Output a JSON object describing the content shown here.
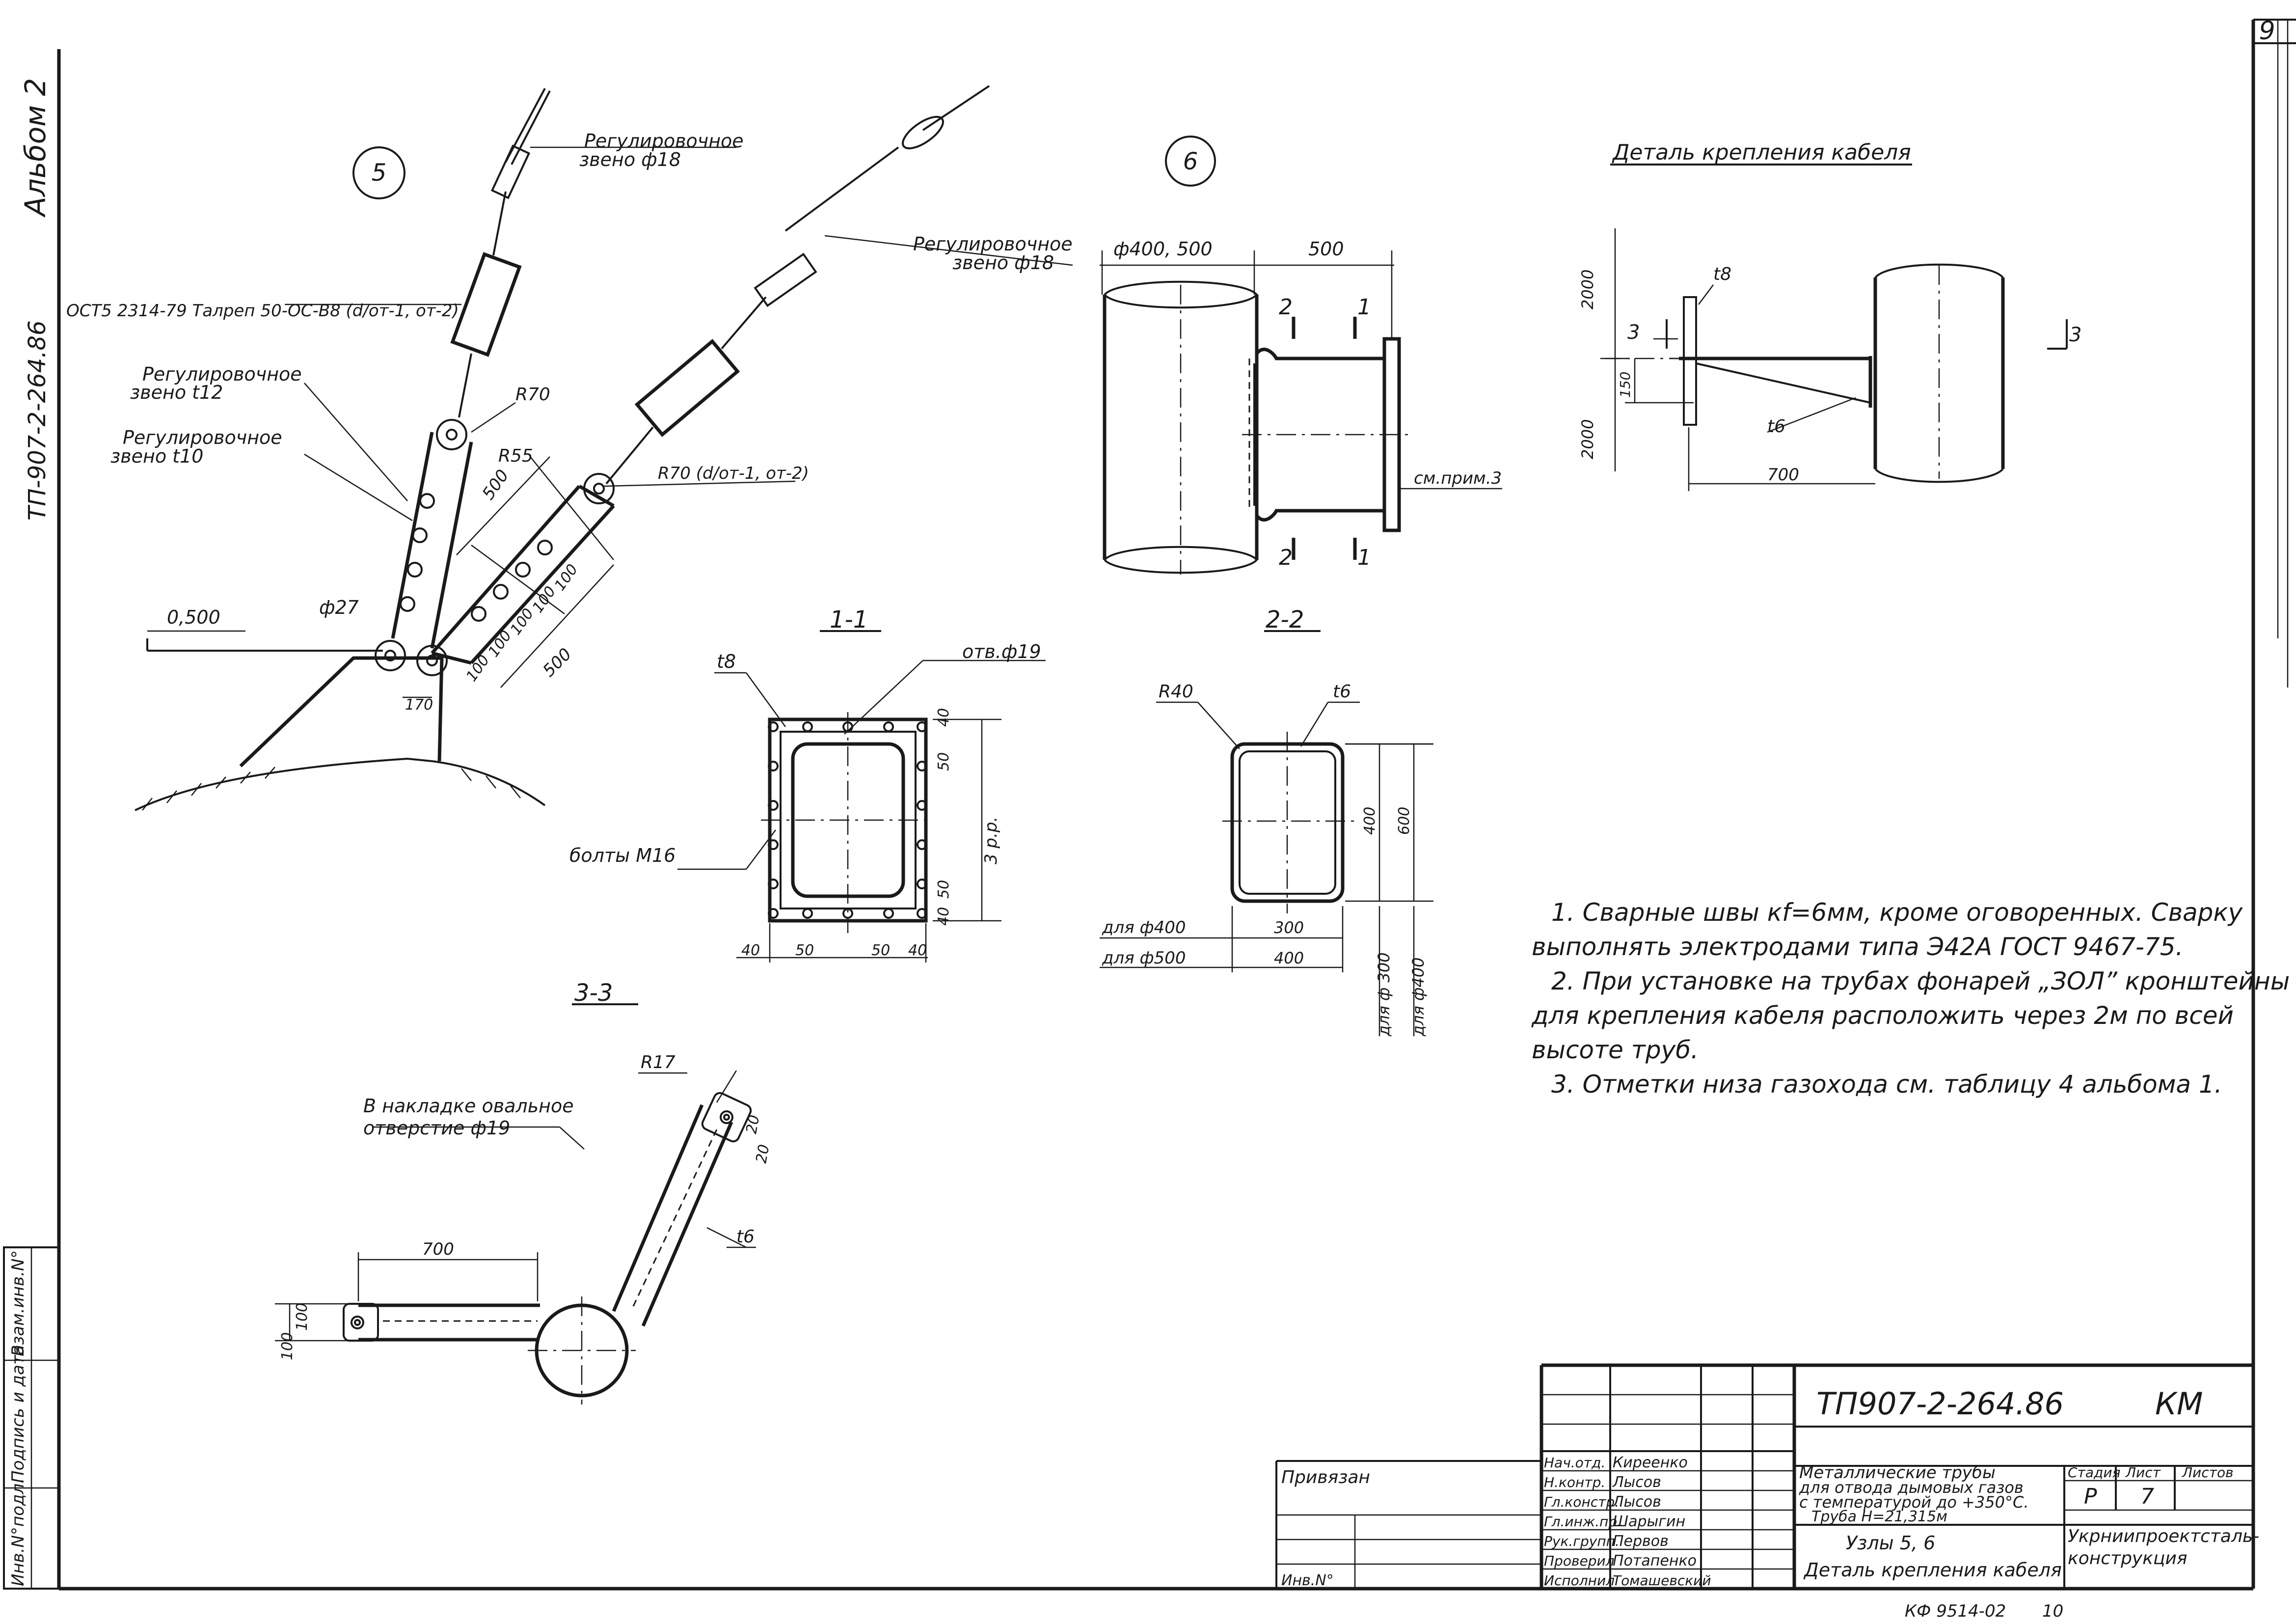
{
  "sheet": {
    "sheet_number": "9",
    "album": "Альбом 2",
    "album_code": "ТП-907-2-264.86",
    "archive_number": "КФ 9514-02",
    "archive_sheet": "10",
    "side_stamp": [
      "Инв.N°подл.",
      "Подпись и дата",
      "Взам.инв.N°"
    ]
  },
  "node5": {
    "number": "5",
    "labels": {
      "adj_link_top": "Регулировочное",
      "adj_link_top_size": "звено ф18",
      "turnbuckle": "ОСТ5 2314-79  Талреп 50-ОС-В8 (d/от-1, от-2)",
      "adj_link_t12": "Регулировочное",
      "adj_link_t12_size": "звено t12",
      "adj_link_t10": "Регулировочное",
      "adj_link_t10_size": "звено  t10",
      "r70": "R70",
      "r55": "R55",
      "dim500a": "500",
      "r70_right": "R70 (d/от-1, от-2)",
      "adj_link_right": "Регулировочное",
      "adj_link_right_size": "звено ф18",
      "phi27": "ф27",
      "level": "0,500",
      "dim100a": "100",
      "dim100b": "100",
      "dim100c": "100",
      "dim100d": "100",
      "dim100e": "100",
      "dim500b": "500",
      "dim170": "170"
    }
  },
  "node6": {
    "number": "6",
    "labels": {
      "diam": "ф400, 500",
      "dim500": "500",
      "cut1": "1",
      "cut2": "2",
      "note": "см.прим.3"
    }
  },
  "section11": {
    "title": "1-1",
    "labels": {
      "t8": "t8",
      "hole": "отв.ф19",
      "bolts": "болты М16",
      "d40a": "40",
      "d50a": "50",
      "d3pp": "3 р.р.",
      "d50b": "50",
      "d40b": "40",
      "d40c": "40",
      "d50c": "50",
      "d50d": "50",
      "d40d": "40"
    }
  },
  "section22": {
    "title": "2-2",
    "labels": {
      "r40": "R40",
      "t6": "t6",
      "d400": "400",
      "d600": "600",
      "d300": "300",
      "for400": "для  ф400",
      "for500": "для  ф500",
      "d400b": "400",
      "for300v": "для ф 300",
      "for400v": "для ф400"
    }
  },
  "section33": {
    "title": "3-3",
    "labels": {
      "r17": "R17",
      "oval": "В накладке  овальное",
      "oval2": "отверстие  ф19",
      "d700": "700",
      "d20a": "20",
      "d20b": "20",
      "t6": "t6",
      "d100a": "100",
      "d100b": "100"
    }
  },
  "cable_detail": {
    "title": "Деталь крепления  кабеля",
    "labels": {
      "t8": "t8",
      "t6": "t6",
      "d2000a": "2000",
      "d2000b": "2000",
      "d150": "150",
      "d700": "700",
      "cut3": "3"
    }
  },
  "notes": [
    "1. Сварные швы  кf=6мм, кроме оговоренных.  Сварку",
    "выполнять    электродами  типа  Э42А   ГОСТ 9467-75.",
    "2. При установке   на трубах   фонарей  „ЗОЛ” кронштейны",
    "для  крепления  кабеля  расположить  через  2м  по  всей",
    "высоте  труб.",
    "3. Отметки  низа  газохода  см. таблицу 4  альбома 1."
  ],
  "title_block": {
    "doc_code": "ТП907-2-264.86",
    "mark": "КМ",
    "attached": "Привязан",
    "inv": "Инв.N°",
    "roles": [
      "Нач.отд.",
      "Н.контр.",
      "Гл.констр.",
      "Гл.инж.пр.",
      "Рук.групп.",
      "Проверил",
      "Исполнил"
    ],
    "names": [
      "Киреенко",
      "Лысов",
      "Лысов",
      "Шарыгин",
      "Первов",
      "Потапенко",
      "Томашевский"
    ],
    "object_lines": [
      "Металлические трубы",
      "для отвода дымовых газов",
      "с температурой до +350°С.",
      "Труба  Н=21,315м"
    ],
    "subject_lines": [
      "Узлы 5, 6",
      "Деталь крепления кабеля"
    ],
    "stage_header": "Стадия",
    "sheet_header": "Лист",
    "sheets_header": "Листов",
    "stage": "Р",
    "sheet": "7",
    "org_lines": [
      "Укрниипроектсталь-",
      "конструкция"
    ]
  }
}
